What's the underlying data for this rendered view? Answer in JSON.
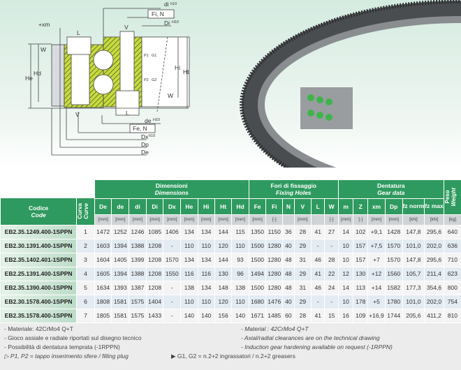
{
  "drawing": {
    "labels": {
      "di": "di",
      "di_sup": "h10",
      "fi_n": "Fi, N",
      "Di": "Di",
      "Di_sup": "H10",
      "xm": "+xm",
      "L": "L",
      "V": "V",
      "W": "W",
      "He": "He",
      "Hd": "Hd",
      "Hi": "Hi",
      "Ht": "Ht",
      "P1": "P1",
      "G1": "G1",
      "P2": "P2",
      "G2": "G2",
      "de": "de",
      "de_sup": "H10",
      "fe_n": "Fe, N",
      "Dx": "Dx",
      "Dx_sup": "h10",
      "Dp": "Dp",
      "De": "De"
    }
  },
  "table": {
    "groups": [
      {
        "label": "Dimensioni",
        "sub": "Dimensions"
      },
      {
        "label": "Fori di fissaggio",
        "sub": "Fixing Holes"
      },
      {
        "label": "Dentatura",
        "sub": "Gear data"
      }
    ],
    "code_header": {
      "label": "Codice",
      "sub": "Code"
    },
    "curve_header": {
      "label": "Curva",
      "sub": "Curve"
    },
    "weight_header": {
      "label": "Peso",
      "sub": "Weight"
    },
    "columns": [
      "De",
      "de",
      "di",
      "Di",
      "Dx",
      "He",
      "Hi",
      "Ht",
      "Hd",
      "Fe",
      "Fi",
      "N",
      "V",
      "L",
      "W",
      "m",
      "Z",
      "xm",
      "Dp",
      "fz norm",
      "fz max"
    ],
    "units": [
      "[mm]",
      "[mm]",
      "[mm]",
      "[mm]",
      "[mm]",
      "[mm]",
      "[mm]",
      "[mm]",
      "[mm]",
      "[mm]",
      "[-]",
      "",
      "[mm]",
      "",
      "[-]",
      "[mm]",
      "[-]",
      "[mm]",
      "[mm]",
      "[kN]",
      "[kN]",
      "[kg]"
    ],
    "rows": [
      [
        "EB2.35.1249.400-1SPPN",
        "1",
        "1472",
        "1252",
        "1246",
        "1085",
        "1406",
        "134",
        "134",
        "144",
        "115",
        "1350",
        "1150",
        "36",
        "28",
        "41",
        "27",
        "14",
        "102",
        "+9,1",
        "1428",
        "147,8",
        "295,6",
        "640"
      ],
      [
        "EB2.30.1391.400-1SPPN",
        "2",
        "1603",
        "1394",
        "1388",
        "1208",
        "-",
        "110",
        "110",
        "120",
        "110",
        "1500",
        "1280",
        "40",
        "29",
        "-",
        "-",
        "10",
        "157",
        "+7,5",
        "1570",
        "101,0",
        "202,0",
        "636"
      ],
      [
        "EB2.35.1402.401-1SPPN",
        "3",
        "1604",
        "1405",
        "1399",
        "1208",
        "1570",
        "134",
        "134",
        "144",
        "93",
        "1500",
        "1280",
        "48",
        "31",
        "46",
        "28",
        "10",
        "157",
        "+7",
        "1570",
        "147,8",
        "295,6",
        "710"
      ],
      [
        "EB2.25.1391.400-1SPPN",
        "4",
        "1605",
        "1394",
        "1388",
        "1208",
        "1550",
        "116",
        "116",
        "130",
        "96",
        "1494",
        "1280",
        "48",
        "29",
        "41",
        "22",
        "12",
        "130",
        "+12",
        "1560",
        "105,7",
        "211,4",
        "623"
      ],
      [
        "EB2.35.1390.400-1SPPN",
        "5",
        "1634",
        "1393",
        "1387",
        "1208",
        "-",
        "138",
        "134",
        "148",
        "138",
        "1500",
        "1280",
        "48",
        "31",
        "46",
        "24",
        "14",
        "113",
        "+14",
        "1582",
        "177,3",
        "354,6",
        "800"
      ],
      [
        "EB2.30.1578.400-1SPPN",
        "6",
        "1808",
        "1581",
        "1575",
        "1404",
        "-",
        "110",
        "110",
        "120",
        "110",
        "1680",
        "1476",
        "40",
        "29",
        "-",
        "-",
        "10",
        "178",
        "+5",
        "1780",
        "101,0",
        "202,0",
        "754"
      ],
      [
        "EB2.35.1578.400-1SPPN",
        "7",
        "1805",
        "1581",
        "1575",
        "1433",
        "-",
        "140",
        "140",
        "156",
        "140",
        "1671",
        "1485",
        "60",
        "28",
        "41",
        "15",
        "16",
        "109",
        "+16,9",
        "1744",
        "205,6",
        "411,2",
        "810"
      ]
    ]
  },
  "notes": {
    "it": [
      "- Materiale: 42CrMo4 Q+T",
      "- Gioco assiale e radiale riportati sul disegno tecnico",
      "- Possibilità di dentatura temprata (-1RPPN)"
    ],
    "en": [
      "- Material : 42CrMo4 Q+T",
      "- Axial/radial clearances are on the technical drawing",
      "- Induction gear hardening available on request (-1RPPN)"
    ],
    "plug": "P1, P2 = tappo  inserimento sfere / filling plug",
    "greaser": "G1, G2 = n.2+2 ingrassatori / n.2+2 greasers"
  },
  "colors": {
    "header_green": "#2f9a5f",
    "row_alt": "#e3ebf3"
  }
}
